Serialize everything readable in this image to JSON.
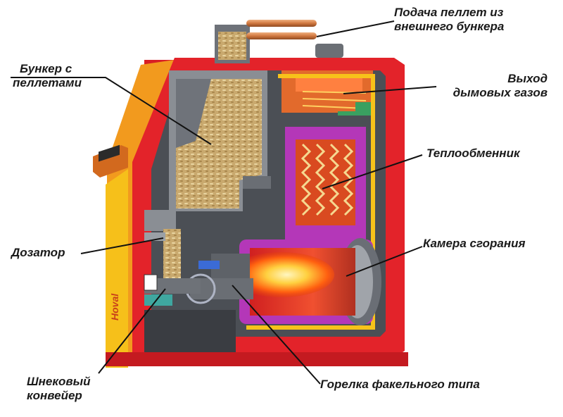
{
  "labels": {
    "pellet_supply": [
      "Подача пеллет из",
      "внешнего бункера"
    ],
    "hopper": [
      "Бункер с",
      "пеллетами"
    ],
    "flue_gas": [
      "Выход",
      "дымовых газов"
    ],
    "heat_exchanger": "Теплообменник",
    "combustion_chamber": "Камера сгорания",
    "dispenser": "Дозатор",
    "screw_conveyor": [
      "Шнековый",
      "конвейер"
    ],
    "burner": "Горелка факельного типа"
  },
  "brand": "Hoval",
  "colors": {
    "casing_red": "#e3232a",
    "casing_orange": "#f39a1f",
    "casing_yellow": "#f7c21a",
    "interior_gray": "#4b4f55",
    "hopper_gray": "#8c9096",
    "pellets": "#cfb27a",
    "chamber_purple": "#b437b8",
    "flame_orange": "#ff5a10",
    "flame_yellow": "#ffe070"
  }
}
